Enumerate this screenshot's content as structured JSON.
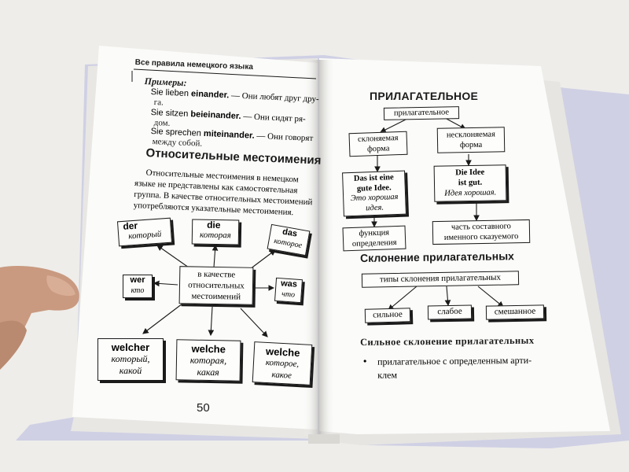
{
  "left_page": {
    "running_header": "Все правила немецкого языка",
    "examples_label": "Примеры:",
    "examples": [
      {
        "line1_pre": "Sie lieben ",
        "line1_bold": "einander.",
        "line1_post": " — Они любят друг дру-",
        "line2": "га."
      },
      {
        "line1_pre": "Sie sitzen ",
        "line1_bold": "beieinander.",
        "line1_post": " — Они сидят ря-",
        "line2": "дом."
      },
      {
        "line1_pre": "Sie sprechen ",
        "line1_bold": "miteinander.",
        "line1_post": " — Они говорят",
        "line2": "между собой."
      }
    ],
    "section_title": "Относительные местоимения",
    "paragraph": [
      "Относительные местоимения в немецком",
      "языке не представлены как самостоятельная",
      "группа. В качестве относительных местоимений",
      "употребляются указательные местоимения."
    ],
    "diagram": {
      "center": [
        "в качестве",
        "относительных",
        "местоимений"
      ],
      "nodes": [
        {
          "de": "der",
          "ru": "который"
        },
        {
          "de": "die",
          "ru": "которая"
        },
        {
          "de": "das",
          "ru": "которое"
        },
        {
          "de": "wer",
          "ru": "кто"
        },
        {
          "de": "was",
          "ru": "что"
        },
        {
          "de": "welcher",
          "ru1": "который,",
          "ru2": "какой"
        },
        {
          "de": "welche",
          "ru1": "которая,",
          "ru2": "какая"
        },
        {
          "de": "welche",
          "ru1": "которое,",
          "ru2": "какое"
        }
      ]
    },
    "page_number": "50"
  },
  "right_page": {
    "title": "ПРИЛАГАТЕЛЬНОЕ",
    "diagram1": {
      "root": "прилагательное",
      "left_branch": [
        "склоняемая",
        "форма"
      ],
      "right_branch": [
        "несклоняемая",
        "форма"
      ],
      "left_example": {
        "de1": "Das ist eine",
        "de2": "gute Idee.",
        "ru1": "Это хорошая",
        "ru2": "идея."
      },
      "right_example": {
        "de1": "Die Idee",
        "de2": "ist gut.",
        "ru": "Идея хорошая."
      },
      "left_function": [
        "функция",
        "определения"
      ],
      "right_function": [
        "часть составного",
        "именного сказуемого"
      ]
    },
    "section_title": "Склонение прилагательных",
    "diagram2": {
      "root": "типы склонения прилагательных",
      "types": [
        "сильное",
        "слабое",
        "смешанное"
      ]
    },
    "subsection_title": "Сильное склонение прилагательных",
    "bullet": {
      "line1": "прилагательное с определенным арти-",
      "line2": "клем"
    }
  }
}
